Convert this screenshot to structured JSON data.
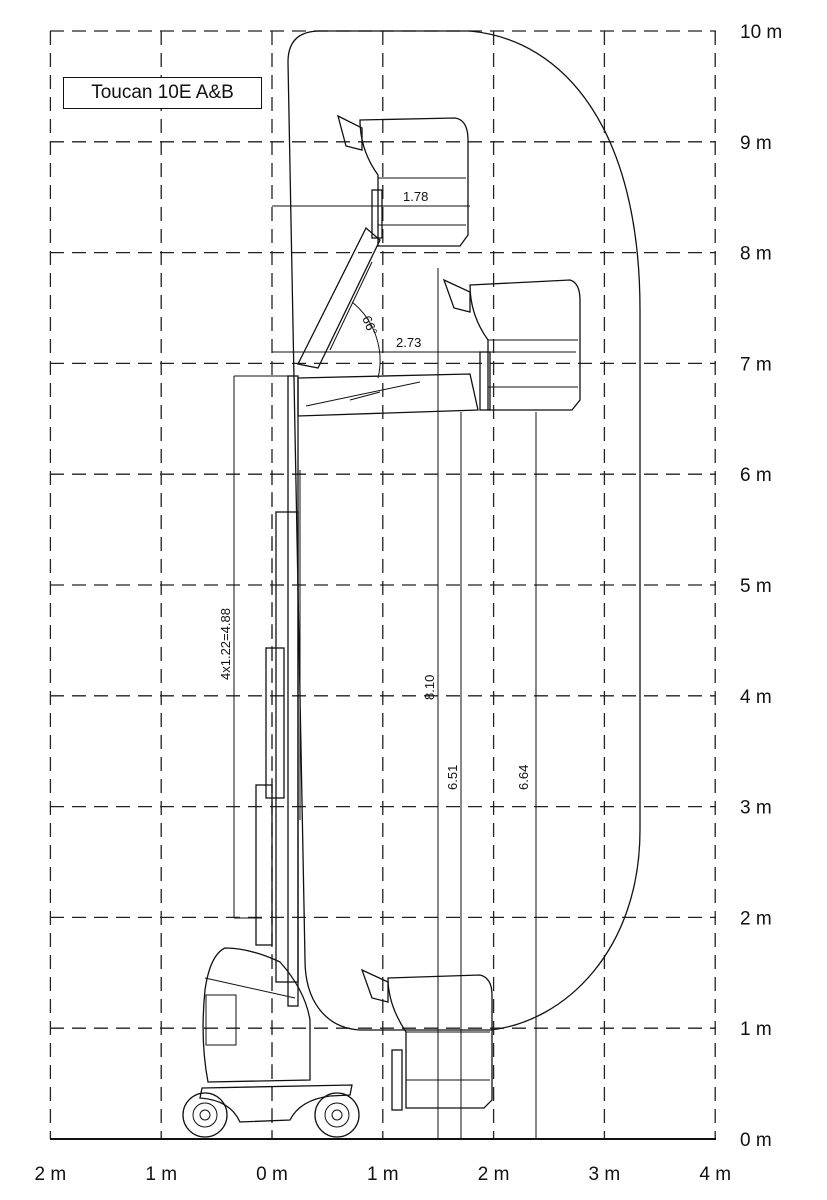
{
  "title": "Toucan 10E A&B",
  "y_axis_labels": [
    "10 m",
    "9 m",
    "8 m",
    "7 m",
    "6 m",
    "5 m",
    "4 m",
    "3 m",
    "2 m",
    "1 m",
    "0 m"
  ],
  "x_axis_labels": [
    "2 m",
    "1 m",
    "0 m",
    "1 m",
    "2 m",
    "3 m",
    "4 m"
  ],
  "dimensions": {
    "outreach_jib_raised": "1.78",
    "outreach_jib_level": "2.73",
    "jib_angle": "66°",
    "mast_sections": "4x1.22=4.88",
    "max_height": "8.10",
    "height_a": "6.51",
    "height_b": "6.64"
  }
}
